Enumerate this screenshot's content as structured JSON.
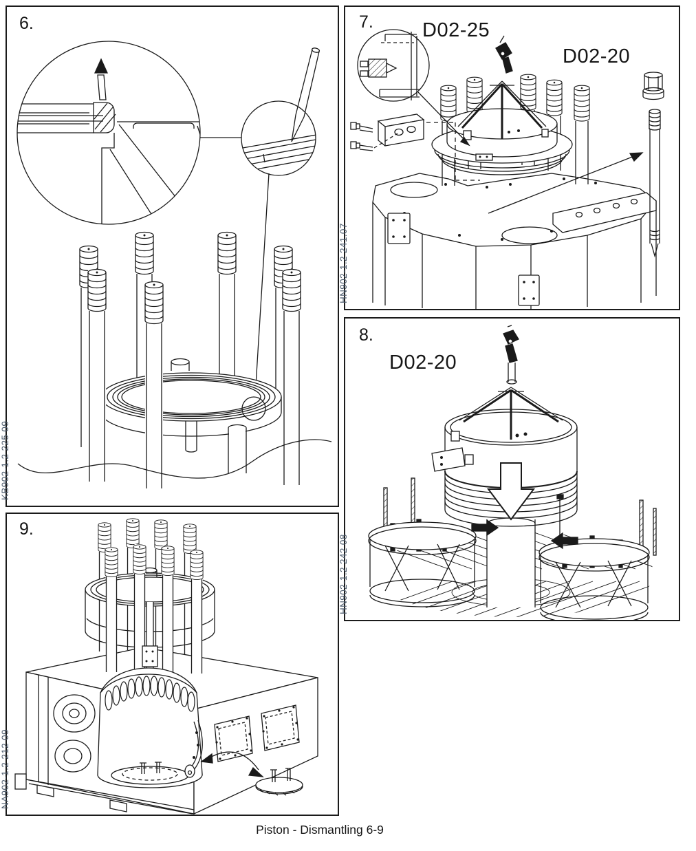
{
  "page": {
    "caption": "Piston - Dismantling 6-9"
  },
  "panels": {
    "p6": {
      "number": "6.",
      "figure_code": "KB902-1.2 225 09"
    },
    "p7": {
      "number": "7.",
      "figure_code": "HN902-1.2 241.07",
      "tool_label_1": "D02-25",
      "tool_label_2": "D02-20"
    },
    "p8": {
      "number": "8.",
      "figure_code": "HN902-1.2 242 08",
      "tool_label": "D02-20"
    },
    "p9": {
      "number": "9.",
      "figure_code": "NA902-1.2 212 09"
    }
  },
  "colors": {
    "line": "#1a1a1a",
    "figure_code_text": "#4e5d6e",
    "paper": "#ffffff"
  }
}
